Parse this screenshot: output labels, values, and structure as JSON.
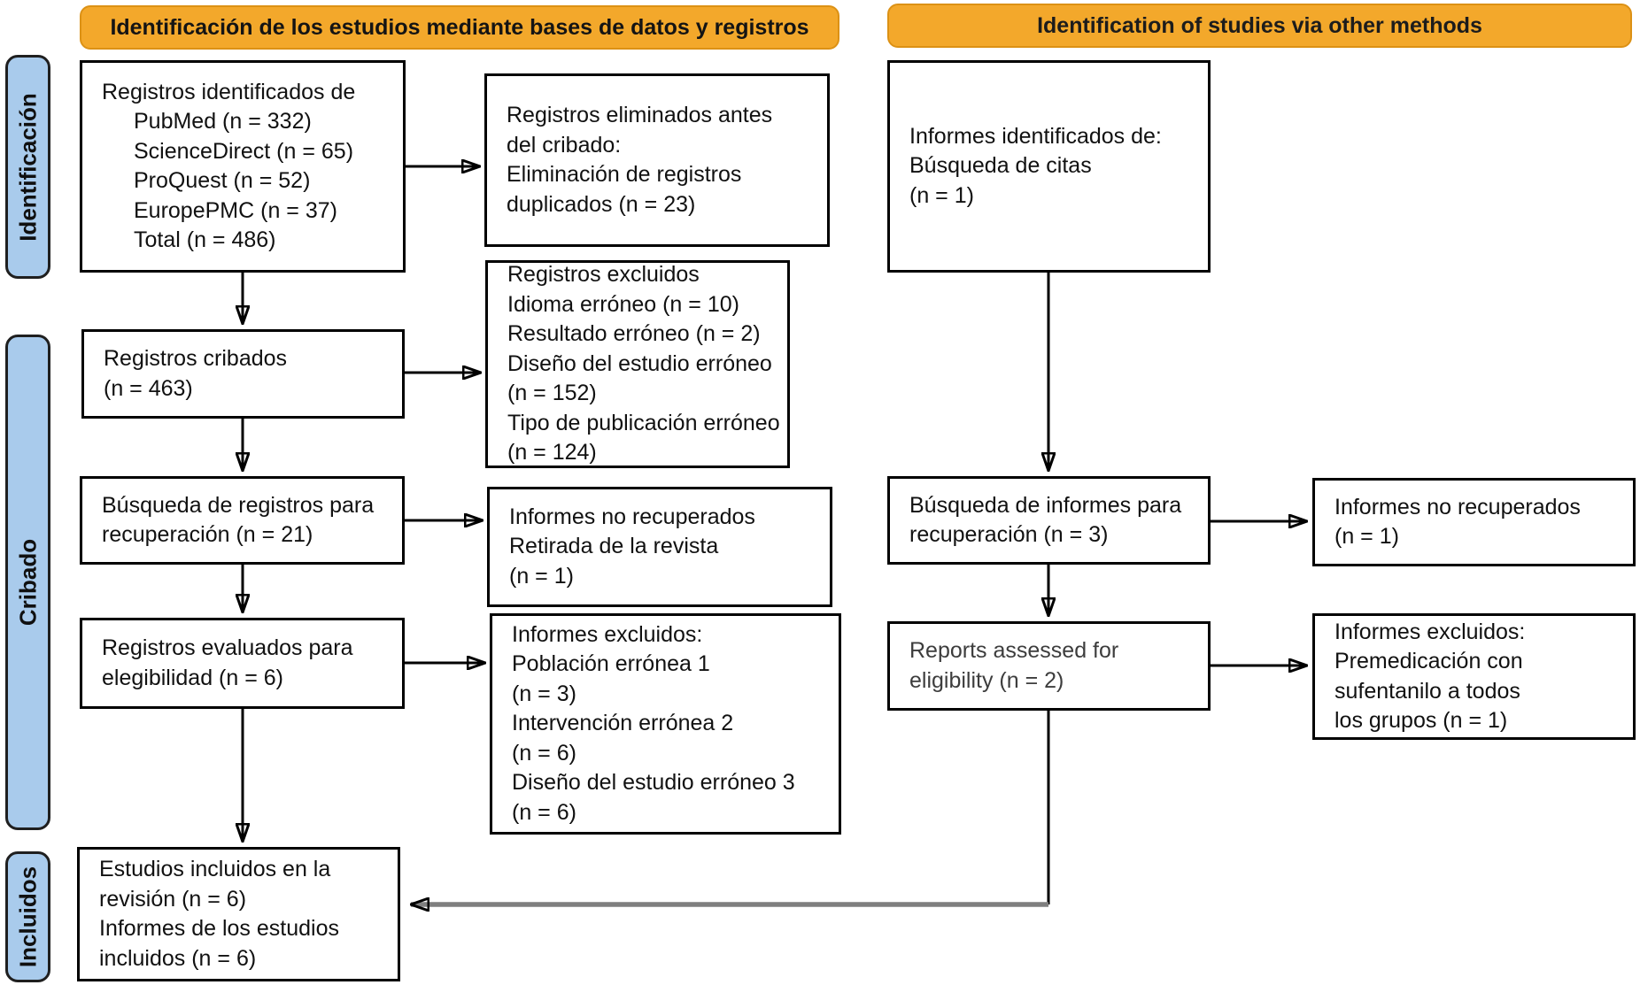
{
  "banners": {
    "left": "Identificación de los estudios mediante bases de datos y registros",
    "right": "Identification of studies via other methods"
  },
  "side_labels": {
    "identification": "Identificación",
    "screening": "Cribado",
    "included": "Incluidos"
  },
  "boxes": {
    "records_identified": {
      "lines": [
        "Registros identificados de",
        "PubMed (n = 332)",
        "ScienceDirect (n = 65)",
        "ProQuest (n = 52)",
        "EuropePMC (n = 37)",
        "Total (n = 486)"
      ]
    },
    "records_removed": {
      "lines": [
        "Registros eliminados antes",
        "del cribado:",
        "Eliminación de registros",
        "duplicados (n = 23)"
      ]
    },
    "records_screened": {
      "lines": [
        "Registros cribados",
        "(n = 463)"
      ]
    },
    "records_excluded": {
      "lines": [
        "Registros excluidos",
        "Idioma erróneo (n = 10)",
        "Resultado erróneo (n = 2)",
        "Diseño del estudio erróneo",
        "(n = 152)",
        "Tipo de publicación erróneo",
        "(n = 124)"
      ]
    },
    "records_sought": {
      "lines": [
        "Búsqueda de registros para",
        "recuperación (n = 21)"
      ]
    },
    "reports_not_retrieved_db": {
      "lines": [
        "Informes no recuperados",
        "Retirada de la revista",
        "(n = 1)"
      ]
    },
    "records_assessed": {
      "lines": [
        "Registros evaluados para",
        "elegibilidad (n = 6)"
      ]
    },
    "reports_excluded_db": {
      "lines": [
        "Informes excluidos:",
        "Población errónea 1",
        "(n = 3)",
        "Intervención errónea 2",
        "(n = 6)",
        "Diseño del estudio erróneo 3",
        "(n = 6)"
      ]
    },
    "studies_included": {
      "lines": [
        "Estudios incluidos en la",
        "revisión (n = 6)",
        "Informes de los estudios",
        "incluidos (n = 6)"
      ]
    },
    "reports_identified_other": {
      "lines": [
        "Informes identificados de:",
        "Búsqueda de citas",
        "(n = 1)"
      ]
    },
    "reports_sought_other": {
      "lines": [
        "Búsqueda de informes para",
        "recuperación (n = 3)"
      ]
    },
    "reports_not_retrieved_other": {
      "lines": [
        "Informes no recuperados",
        "(n = 1)"
      ]
    },
    "reports_assessed_other": {
      "lines": [
        "Reports assessed for",
        "eligibility (n = 2)"
      ]
    },
    "reports_excluded_other": {
      "lines": [
        "Informes excluidos:",
        "Premedicación con",
        "sufentanilo a todos",
        "los grupos (n = 1)"
      ]
    }
  },
  "colors": {
    "banner_bg": "#F3A82B",
    "banner_border": "#DC9115",
    "side_label_bg": "#A9CBEC",
    "box_border": "#000000",
    "arrow": "#000000",
    "arrow_gray": "#7F7F7F"
  }
}
